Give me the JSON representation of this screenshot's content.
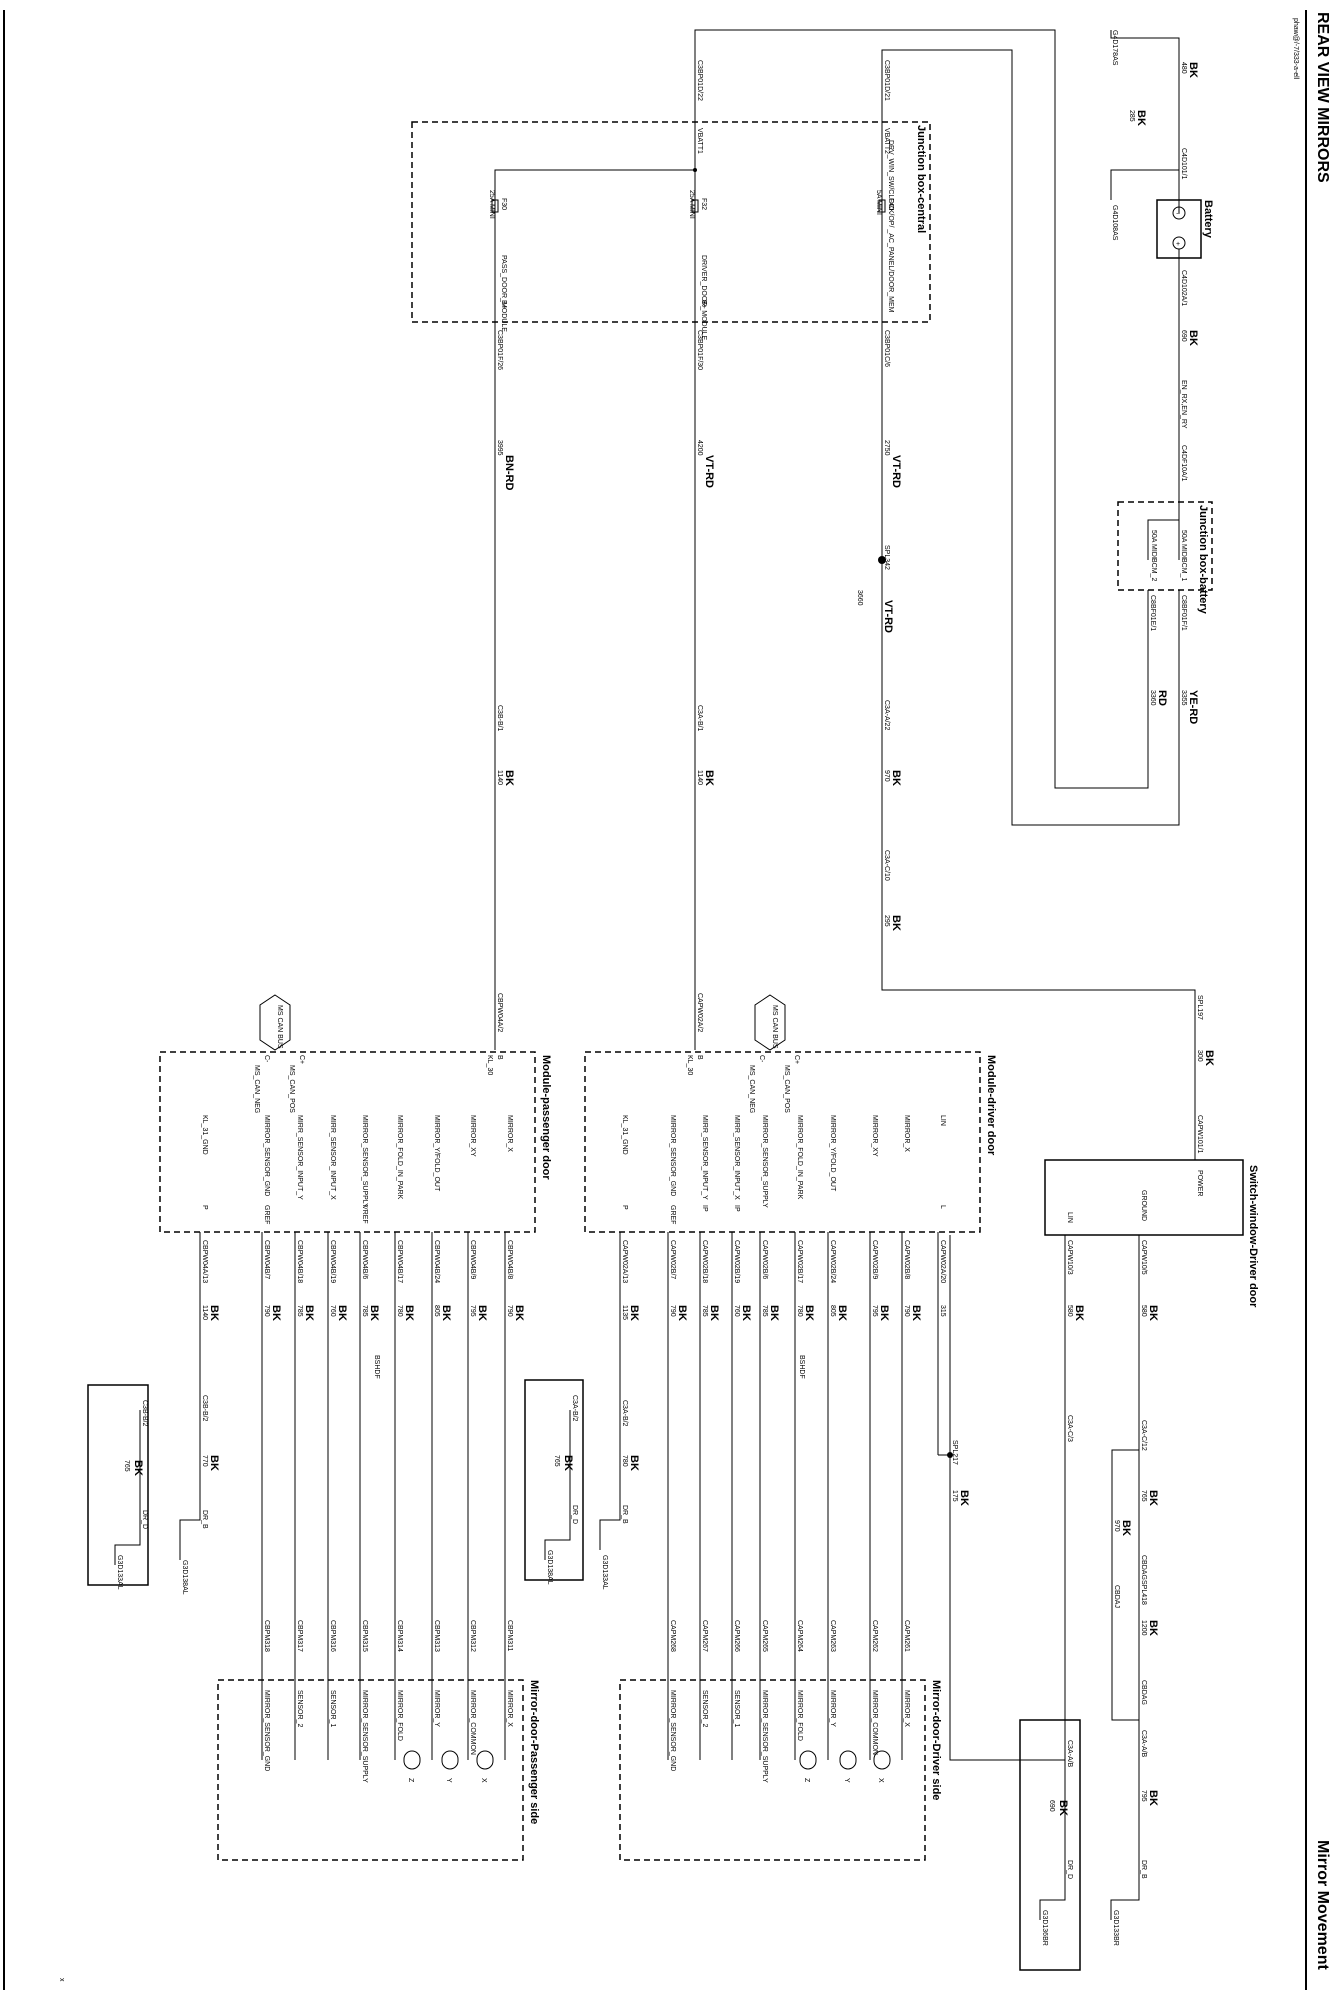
{
  "header": {
    "title": "REAR VIEW MIRRORS",
    "subtitle": "Mirror Movement",
    "ref": "phaw@/-7/333-a-ell",
    "corner": "x"
  },
  "components": {
    "battery": "Battery",
    "jb_central": "Junction box-central",
    "jb_battery": "Junction box-battery",
    "module_driver": "Module-driver door",
    "module_passenger": "Module-passenger door",
    "switch_window": "Switch-window-Driver door",
    "mirror_driver": "Mirror-door-Driver side",
    "mirror_passenger": "Mirror-door-Passenger side"
  },
  "battery_area": {
    "g1": "G4D178AS",
    "g2": "G4D108AS",
    "w480": "480",
    "w480c": "BK",
    "w285": "285",
    "w285c": "BK",
    "c_neg": "C4D101/1",
    "c_pos": "C4D102A/1",
    "w690": "690",
    "w690c": "BK",
    "enrx": "EN_RX,EN_RY",
    "c4df": "C4DF10A/1",
    "minus": "−",
    "plus": "+"
  },
  "jb_battery_area": {
    "f1": "50A MIDI",
    "f1b": "BCM_1",
    "f2": "50A MIDI",
    "f2b": "BCM_2",
    "c1": "C8BF01E/1",
    "c2": "C8BF01F/1",
    "w3360": "3360",
    "w3360c": "RD",
    "w3355": "3355",
    "w3355c": "YE-RD"
  },
  "jb_central_area": {
    "c_top1": "C3BP01D/22",
    "c_top2": "C3BP01D/21",
    "vbatt1": "VBATT1",
    "vbatt2": "VBATT2",
    "bplus": "B+",
    "f30": "F30",
    "f30a": "25A MINI",
    "f32": "F32",
    "f32a": "25A MINI",
    "f40": "F40",
    "f40a": "5A MINI",
    "n1": "PASS_DOOR_MODULE",
    "n2": "DRIVER_DOOR_MODULE",
    "n3": "DRV_WIN_SW/CLOCK/OP/ _AC_PANEL/DOOR_MEM",
    "o1": "C3BP01F/26",
    "o2": "C3BP01F/30",
    "o3": "C3BP01C/6"
  },
  "wires_upper": {
    "w3995": "3995",
    "w3995c": "BN-RD",
    "w4200": "4200",
    "w4200c": "VT-RD",
    "w2750": "2750",
    "w2750c": "VT-RD",
    "spl342": "SPL342",
    "w3660": "3660",
    "w3660c": "VT-RD",
    "c3b_b1": "C3B-B/1",
    "c3a_b1": "C3A-B/1",
    "c3a_a22": "C3A-A/22",
    "w1140a": "1140",
    "w1140ac": "BK",
    "w1140b": "1140",
    "w1140bc": "BK",
    "w970": "970",
    "w970c": "BK",
    "c3a_c10": "C3A-C/10",
    "w295": "295",
    "w295c": "BK",
    "spl197": "SPL197",
    "w300": "300",
    "w300c": "BK",
    "capw": "CAPW101/1",
    "cbpw_a2": "CBPW04A/2",
    "capw_a2": "CAPW02A/2"
  },
  "module_driver_area": {
    "kl30": "KL_30",
    "b": "B",
    "can_bus": "MS CAN BUS",
    "cplus": "C+",
    "cminus": "C-",
    "can_pos": "MS_CAN_POS",
    "can_neg": "MS_CAN_NEG",
    "pins": [
      "LIN",
      "MIRROR_X",
      "MIRROR_XY",
      "MIRROR_Y/FOLD_OUT",
      "MIRROR_FOLD_IN_PARK",
      "MIRROR_SENSOR_SUPPLY",
      "MIRR_SENSOR_INPUT_X",
      "MIRR_SENSOR_INPUT_Y",
      "MIRROR_SENSOR_GND",
      "KL_31_GND"
    ],
    "pinrefs": [
      "L",
      "",
      "",
      "",
      "",
      "",
      "IP",
      "IP",
      "GREF",
      "P"
    ],
    "conns": [
      "CAPW02A/20",
      "CAPW02B/8",
      "CAPW02B/9",
      "CAPW02B/24",
      "CAPW02B/17",
      "CAPW02B/6",
      "CAPW02B/19",
      "CAPW02B/18",
      "CAPW02B/7",
      "CAPW02A/13"
    ],
    "wnums": [
      "315",
      "790",
      "795",
      "805",
      "780",
      "785",
      "760",
      "785",
      "790",
      "1135"
    ],
    "wcols": [
      "",
      "BK",
      "BK",
      "BK",
      "BK",
      "BK",
      "BK",
      "BK",
      "BK",
      "BK"
    ],
    "bshdf": "BSHDF"
  },
  "module_passenger_area": {
    "kl30": "KL_30",
    "b": "B",
    "can_bus": "MS CAN BUS",
    "cplus": "C+",
    "cminus": "C-",
    "can_pos": "MS_CAN_POS",
    "can_neg": "MS_CAN_NEG",
    "pins": [
      "MIRROR_X",
      "MIRROR_XY",
      "MIRROR_Y/FOLD_OUT",
      "MIRROR_FOLD_IN_PARK",
      "MIRROR_SENSOR_SUPPLY",
      "MIRR_SENSOR_INPUT_X",
      "MIRR_SENSOR_INPUT_Y",
      "MIRROR_SENSOR_GND",
      "KL_31_GND"
    ],
    "pinrefs": [
      "",
      "",
      "",
      "",
      "VREF",
      "",
      "",
      "GREF",
      "P"
    ],
    "conns": [
      "CBPW04B/8",
      "CBPW04B/9",
      "CBPW04B/24",
      "CBPW04B/17",
      "CBPW04B/6",
      "CBPW04B/19",
      "CBPW04B/18",
      "CBPW04B/7",
      "CBPW04A/13"
    ],
    "wnums": [
      "790",
      "795",
      "805",
      "780",
      "785",
      "760",
      "785",
      "790",
      "1140"
    ],
    "wcols": [
      "BK",
      "BK",
      "BK",
      "BK",
      "BK",
      "BK",
      "BK",
      "BK",
      "BK"
    ],
    "bshdf": "BSHDF"
  },
  "switch_area": {
    "power": "POWER",
    "ground": "GROUND",
    "lin": "LIN",
    "c5": "CAPW10/5",
    "c3": "CAPW10/3",
    "w580": "580",
    "w580c": "BK",
    "w580b": "580",
    "w580bc": "BK",
    "c3a_c3": "C3A-C/3",
    "spl217": "SPL217",
    "w175": "175",
    "w175c": "BK",
    "c3a_c12": "C3A-C/12",
    "w765": "765",
    "w765c": "BK",
    "spl418": "SPL418",
    "cbdag": "CBDAG",
    "cbdaj": "CBDAJ",
    "w1200": "1200",
    "w1200c": "BK",
    "w970": "970",
    "w970c": "BK",
    "cbdag2": "CBDAG",
    "c3a_b": "C3A-A/B",
    "w795": "795",
    "w795c": "BK",
    "drb": "DR_B",
    "g3d133br": "G3D133BR"
  },
  "ground_boxes": {
    "g1_conn": "C3A-A/B",
    "g1_w": "690",
    "g1_wc": "BK",
    "g1_dr": "DR_D",
    "g1_g": "G3D136BR",
    "g2_conn": "C3A-B/2",
    "g2_w": "765",
    "g2_wc": "BK",
    "g2_dr": "DR_D",
    "g2_g": "G3D138AL",
    "g3_conn": "C3A-B/2",
    "g3_w": "780",
    "g3_wc": "BK",
    "g3_dr": "DR_B",
    "g3_g": "G3D133AL",
    "g4_conn": "C3B-B/2",
    "g4_w": "765",
    "g4_wc": "BK",
    "g4_dr": "DR_D",
    "g4_g": "G3D133AL",
    "g5_conn": "C3B-B/2",
    "g5_w": "770",
    "g5_wc": "BK",
    "g5_dr": "DR_B",
    "g5_g": "G3D138AL"
  },
  "mirror_driver_area": {
    "conns": [
      "CAPM261",
      "CAPM262",
      "CAPM263",
      "CAPM264",
      "CAPM265",
      "CAPM266",
      "CAPM267",
      "CAPM268"
    ],
    "pins": [
      "MIRROR_X",
      "MIRROR_COMMON",
      "MIRROR_Y",
      "MIRROR_FOLD",
      "MIRROR_SENSOR_SUPPLY",
      "SENSOR_1",
      "SENSOR_2",
      "MIRROR_SENSOR_GND"
    ],
    "mx": "X",
    "my": "Y",
    "mz": "Z"
  },
  "mirror_passenger_area": {
    "conns": [
      "CBPM311",
      "CBPM312",
      "CBPM313",
      "CBPM314",
      "CBPM315",
      "CBPM316",
      "CBPM317",
      "CBPM318"
    ],
    "pins": [
      "MIRROR_X",
      "MIRROR_COMMON",
      "MIRROR_Y",
      "MIRROR_FOLD",
      "MIRROR_SENSOR_SUPPLY",
      "SENSOR_1",
      "SENSOR_2",
      "MIRROR_SENSOR_GND"
    ],
    "mx": "X",
    "my": "Y",
    "mz": "Z"
  }
}
